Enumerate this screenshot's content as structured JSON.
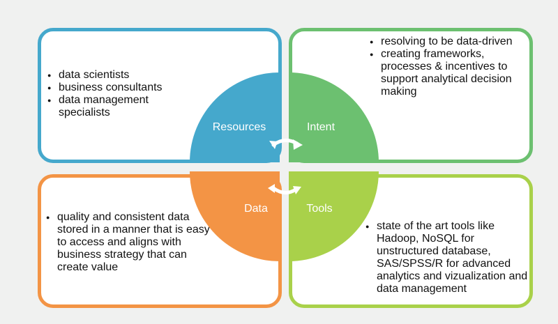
{
  "quadrants": {
    "resources": {
      "label": "Resources",
      "color": "#45a8cc",
      "bullets": [
        "data scientists",
        "business consultants",
        "data management specialists"
      ]
    },
    "intent": {
      "label": "Intent",
      "color": "#6cc070",
      "bullets": [
        "resolving to be data-driven",
        "creating frameworks, processes & incentives to support analytical decision making"
      ]
    },
    "data": {
      "label": "Data",
      "color": "#f39445",
      "bullets": [
        "quality and consistent data stored in a manner that is easy to access and aligns with business strategy that can create value"
      ]
    },
    "tools": {
      "label": "Tools",
      "color": "#a9d14a",
      "bullets": [
        "state of the art tools like Hadoop, NoSQL for unstructured database, SAS/SPSS/R for advanced analytics and vizualization and data management"
      ]
    }
  }
}
